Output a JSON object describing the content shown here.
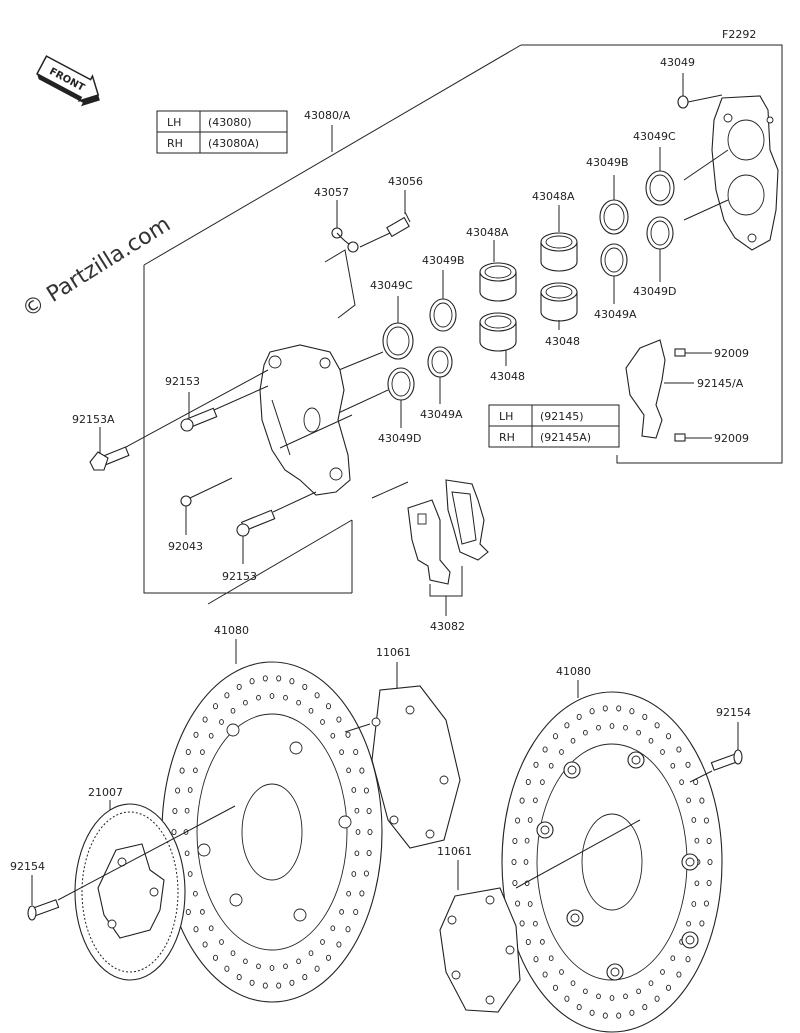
{
  "figure_code": "F2292",
  "watermark": "© Partzilla.com",
  "front_badge": "FRONT",
  "tables": {
    "caliper": [
      {
        "side": "LH",
        "code": "(43080)"
      },
      {
        "side": "RH",
        "code": "(43080A)"
      }
    ],
    "bracket": [
      {
        "side": "LH",
        "code": "(92145)"
      },
      {
        "side": "RH",
        "code": "(92145A)"
      }
    ]
  },
  "labels": {
    "l43080A": "43080/A",
    "l43049_top": "43049",
    "l43049C_right": "43049C",
    "l43049B_right": "43049B",
    "l43049D_right": "43049D",
    "l43049A_right": "43049A",
    "l43048A_right": "43048A",
    "l43048_right": "43048",
    "l43048A_left": "43048A",
    "l43048_left": "43048",
    "l43049B_left": "43049B",
    "l43049C_left": "43049C",
    "l43049A_left": "43049A",
    "l43049D_left": "43049D",
    "l43057": "43057",
    "l43056": "43056",
    "l92009_top": "92009",
    "l92009_bottom": "92009",
    "l92145A": "92145/A",
    "l92153_top": "92153",
    "l92153A": "92153A",
    "l92043": "92043",
    "l92153_bottom": "92153",
    "l43082": "43082",
    "l41080_left": "41080",
    "l41080_right": "41080",
    "l11061_top": "11061",
    "l11061_bottom": "11061",
    "l21007": "21007",
    "l92154_left": "92154",
    "l92154_right": "92154"
  }
}
